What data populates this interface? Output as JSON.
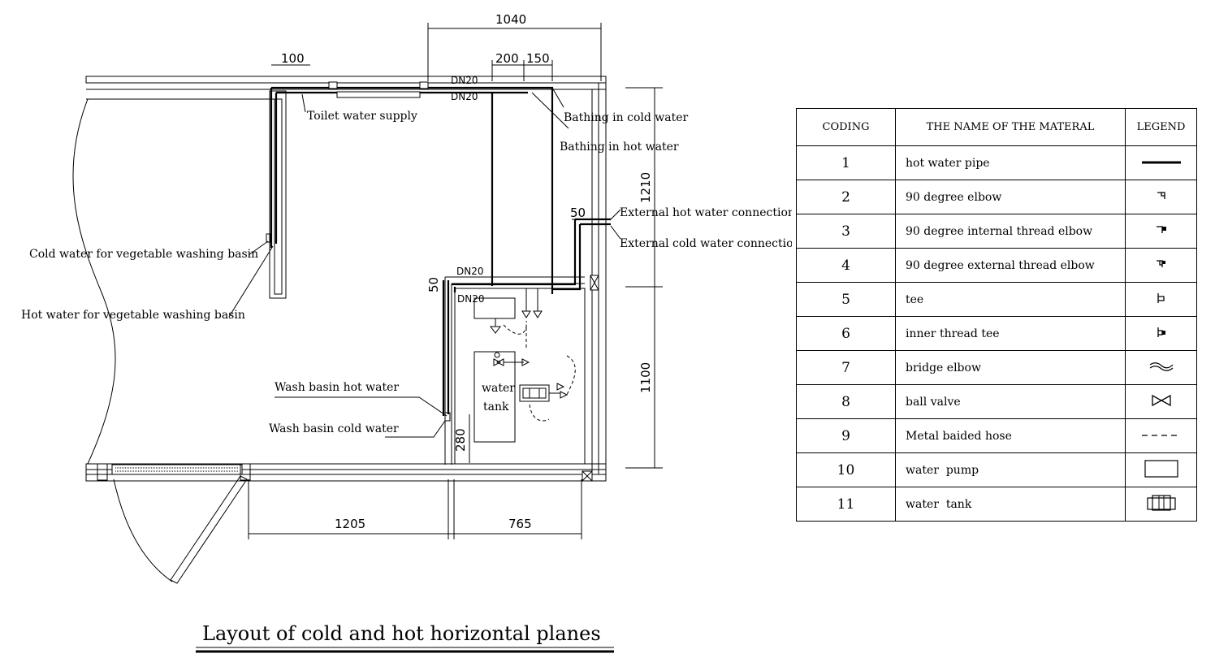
{
  "dimensions": {
    "top_overall": "1040",
    "left_offset": "100",
    "mid_a": "200",
    "mid_b": "150",
    "right_upper": "1210",
    "right_lower": "1100",
    "bottom_left": "1205",
    "bottom_right": "765",
    "small_a": "50",
    "small_b": "50",
    "height_280": "280"
  },
  "pipe_labels": {
    "dn_top_1": "DN20",
    "dn_top_2": "DN20",
    "dn_mid": "DN20",
    "dn_low": "DN20"
  },
  "callouts": {
    "toilet": "Toilet water supply",
    "bath_cold": "Bathing in cold water",
    "bath_hot": "Bathing in hot water",
    "ext_hot": "External hot water connection",
    "ext_cold": "External cold water connection",
    "veg_cold": "Cold water for vegetable washing basin",
    "veg_hot": "Hot water for vegetable washing basin",
    "wash_hot": "Wash basin hot water",
    "wash_cold": "Wash basin cold water",
    "tank_line1": "water",
    "tank_line2": "tank"
  },
  "title": "Layout of cold and hot horizontal planes",
  "legend": {
    "headers": {
      "coding": "CODING",
      "name": "THE NAME OF THE MATERAL",
      "legend": "LEGEND"
    },
    "rows": [
      {
        "code": "1",
        "name": "hot water pipe",
        "icon": "solid-line-icon"
      },
      {
        "code": "2",
        "name": "90 degree elbow",
        "icon": "elbow-icon"
      },
      {
        "code": "3",
        "name": "90 degree internal thread elbow",
        "icon": "internal-thread-elbow-icon"
      },
      {
        "code": "4",
        "name": "90 degree external thread elbow",
        "icon": "external-thread-elbow-icon"
      },
      {
        "code": "5",
        "name": "tee",
        "icon": "tee-icon"
      },
      {
        "code": "6",
        "name": "inner thread tee",
        "icon": "inner-thread-tee-icon"
      },
      {
        "code": "7",
        "name": "bridge elbow",
        "icon": "bridge-elbow-icon"
      },
      {
        "code": "8",
        "name": "ball valve",
        "icon": "ball-valve-icon"
      },
      {
        "code": "9",
        "name": "Metal baided hose",
        "icon": "dashed-line-icon"
      },
      {
        "code": "10",
        "name": "water  pump",
        "icon": "pump-icon"
      },
      {
        "code": "11",
        "name": "water  tank",
        "icon": "tank-icon"
      }
    ]
  }
}
